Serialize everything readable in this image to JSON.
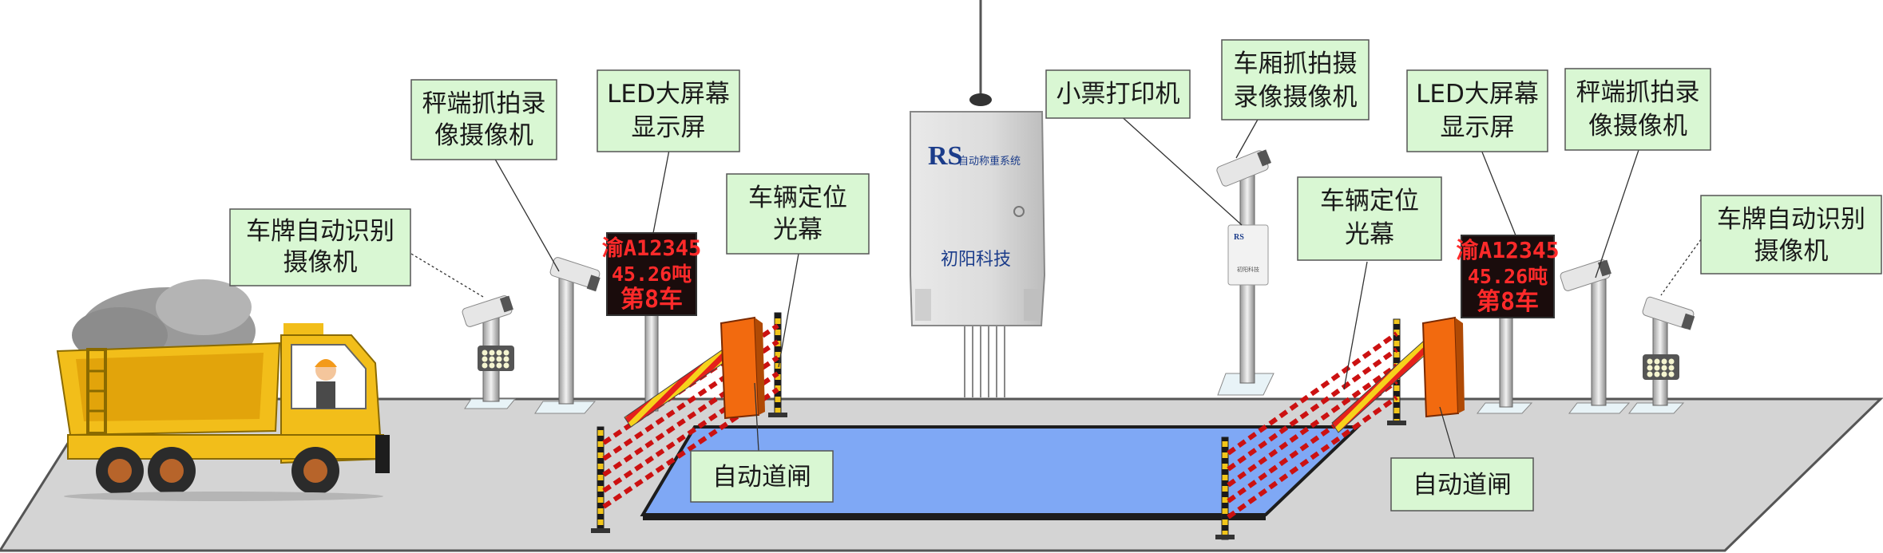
{
  "labels": {
    "plate_camera_left": [
      "车牌自动识别",
      "摄像机"
    ],
    "end_camera_left": [
      "秤端抓拍录",
      "像摄像机"
    ],
    "led_left": [
      "LED大屏幕",
      "显示屏"
    ],
    "light_curtain_left": [
      "车辆定位",
      "光幕"
    ],
    "barrier_left": [
      "自动道闸"
    ],
    "ticket_printer": [
      "小票打印机"
    ],
    "cargo_camera": [
      "车厢抓拍摄",
      "录像摄像机"
    ],
    "light_curtain_right": [
      "车辆定位",
      "光幕"
    ],
    "led_right": [
      "LED大屏幕",
      "显示屏"
    ],
    "end_camera_right": [
      "秤端抓拍录",
      "像摄像机"
    ],
    "plate_camera_right": [
      "车牌自动识别",
      "摄像机"
    ],
    "barrier_right": [
      "自动道闸"
    ]
  },
  "led_display": {
    "plate": "渝A12345",
    "weight": "45.26吨",
    "car_no": "第8车"
  },
  "cabinet": {
    "brand": "RS",
    "system": "自动称重系统",
    "company": "初阳科技"
  },
  "printer": {
    "brand": "RS",
    "company": "初阳科技"
  },
  "colors": {
    "label_fill": "#d9f7d3",
    "scale_platform": "#7fa8f5",
    "ground": "#d4d4d4",
    "barrier_box": "#f26a0f",
    "led_text": "#ff2a2a",
    "curtain": "#cc1111"
  }
}
